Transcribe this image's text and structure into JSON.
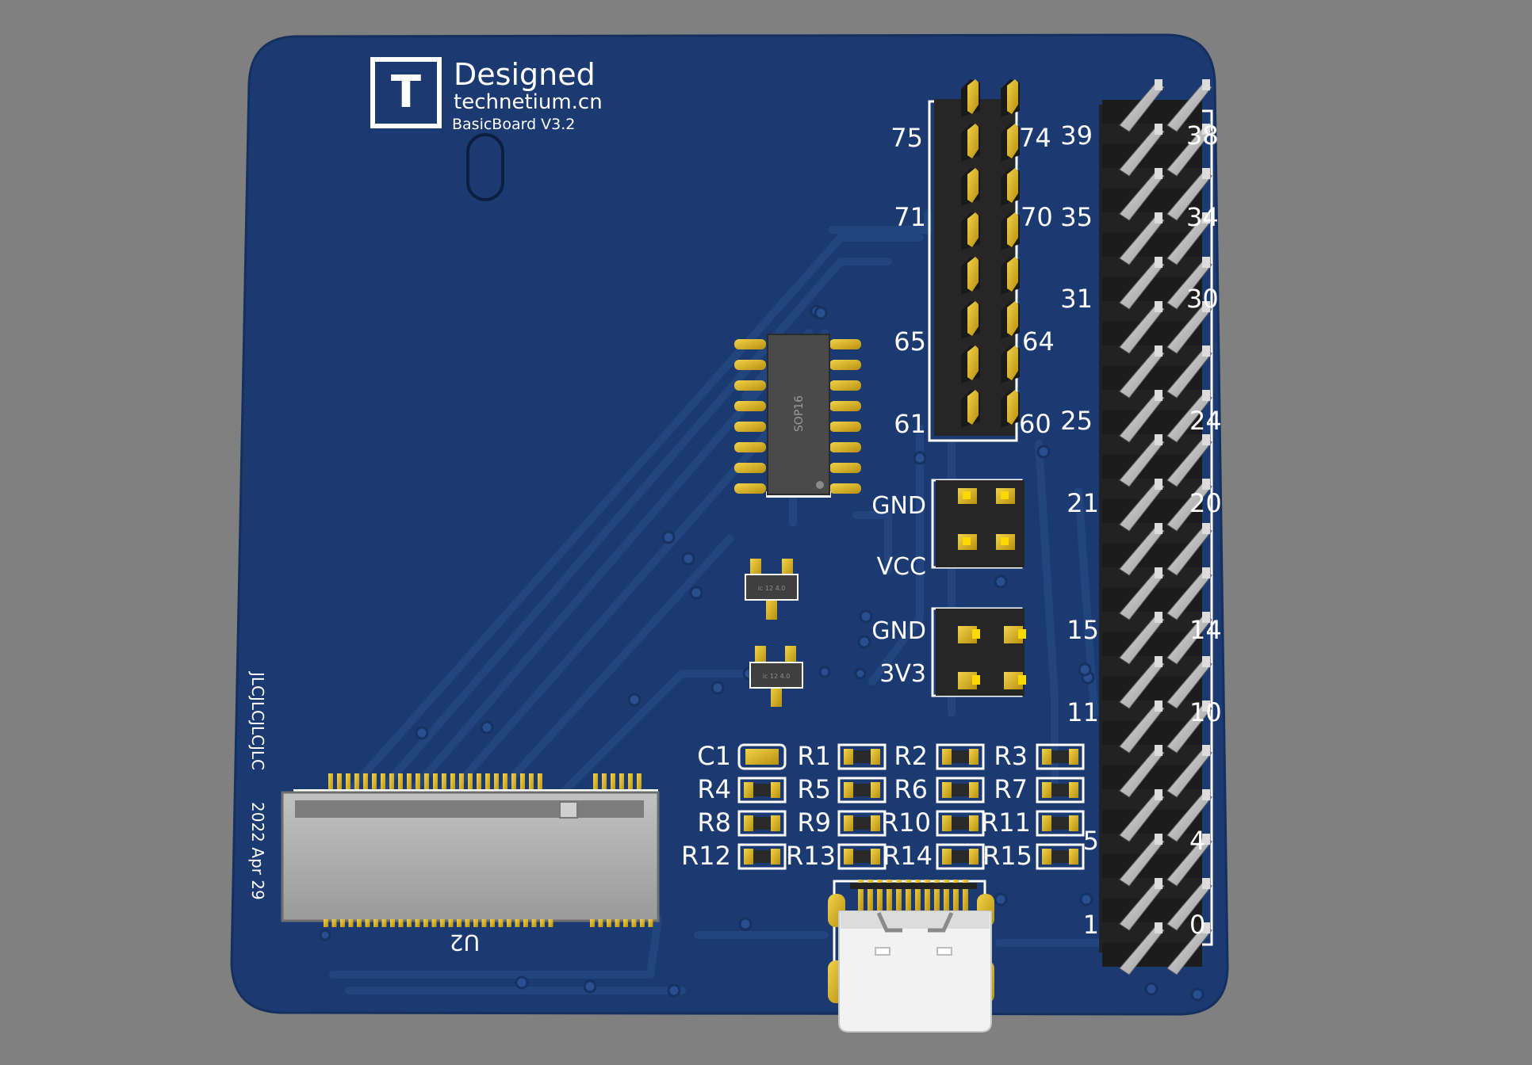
{
  "colors": {
    "background": "#808080",
    "board": "#1b3a72",
    "board_edge": "#15305f",
    "trace": "#23457f",
    "silkscreen": "#ffffff",
    "gold": "#d8b21e",
    "gold_dark": "#9a7a10",
    "header_body": "#232323",
    "pin_silver": "#b9b9b9",
    "connector_body": "#a7a7a7",
    "chip_body": "#4a4a4a",
    "usb_shell": "#f2f2f2"
  },
  "logo": {
    "mark": "T",
    "line1": "Designed",
    "line2": "technetium.cn",
    "line3": "BasicBoard V3.2"
  },
  "vertical_text": {
    "fab": "JLCJLCJLCJLC",
    "date": "2022 Apr 29"
  },
  "chip_label": "SOP16",
  "tiny_chip_text": "ic 12 4.0",
  "connector_ref": "U2",
  "small_header_labels": [
    "75",
    "74",
    "71",
    "70",
    "65",
    "64",
    "61",
    "60"
  ],
  "power_header_1": {
    "top": "GND",
    "bottom": "VCC"
  },
  "power_header_2": {
    "top": "GND",
    "bottom": "3V3"
  },
  "big_header_left_labels": [
    "39",
    "35",
    "31",
    "25",
    "21",
    "15",
    "11",
    "5",
    "1"
  ],
  "big_header_right_labels": [
    "38",
    "34",
    "30",
    "24",
    "20",
    "14",
    "10",
    "4",
    "0"
  ],
  "passives": [
    [
      "C1",
      "R1",
      "R2",
      "R3"
    ],
    [
      "R4",
      "R5",
      "R6",
      "R7"
    ],
    [
      "R8",
      "R9",
      "R10",
      "R11"
    ],
    [
      "R12",
      "R13",
      "R14",
      "R15"
    ]
  ]
}
